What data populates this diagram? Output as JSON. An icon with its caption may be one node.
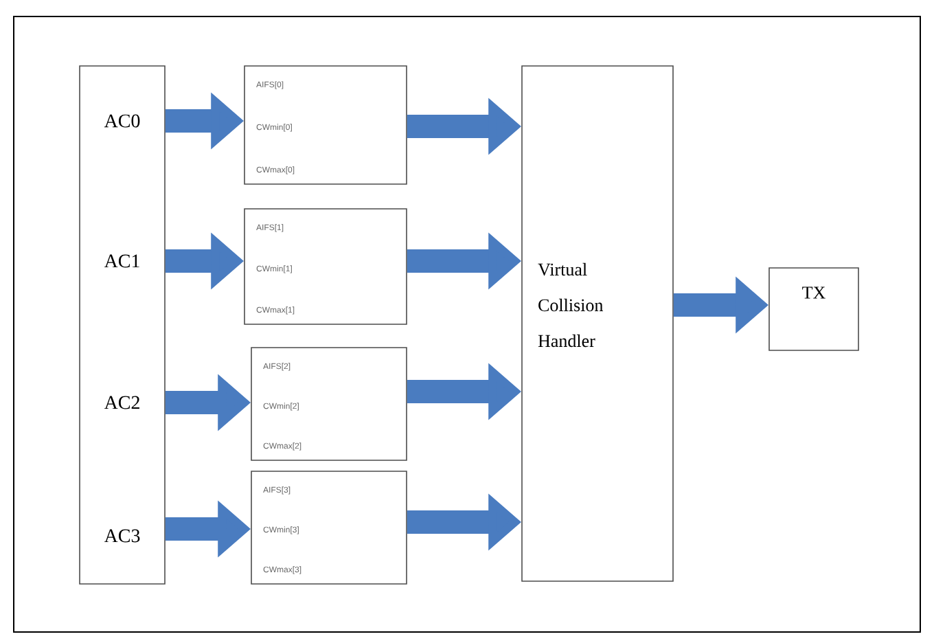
{
  "diagram": {
    "nodes": [
      {
        "text": [
          "AC0",
          "AC1",
          "AC2",
          "AC3"
        ]
      },
      {
        "text": [
          "AIFS[0]",
          "CWmin[0]",
          "CWmax[0]"
        ]
      },
      {
        "text": [
          "AIFS[1]",
          "CWmin[1]",
          "CWmax[1]"
        ]
      },
      {
        "text": [
          "AIFS[2]",
          "CWmin[2]",
          "CWmax[2]"
        ]
      },
      {
        "text": [
          "AIFS[3]",
          "CWmin[3]",
          "CWmax[3]"
        ]
      },
      {
        "text": [
          "Virtual Collision Handler"
        ]
      },
      {
        "text": [
          "TX"
        ]
      }
    ],
    "edges": [
      {
        "from": 0,
        "to": 1,
        "arrow": "to"
      },
      {
        "from": 0,
        "to": 2,
        "arrow": "to"
      },
      {
        "from": 0,
        "to": 3,
        "arrow": "to"
      },
      {
        "from": 0,
        "to": 4,
        "arrow": "to"
      },
      {
        "from": 1,
        "to": 5,
        "arrow": "to"
      },
      {
        "from": 2,
        "to": 5,
        "arrow": "to"
      },
      {
        "from": 3,
        "to": 5,
        "arrow": "to"
      },
      {
        "from": 4,
        "to": 5,
        "arrow": "to"
      },
      {
        "from": 5,
        "to": 6,
        "arrow": "to"
      }
    ]
  }
}
